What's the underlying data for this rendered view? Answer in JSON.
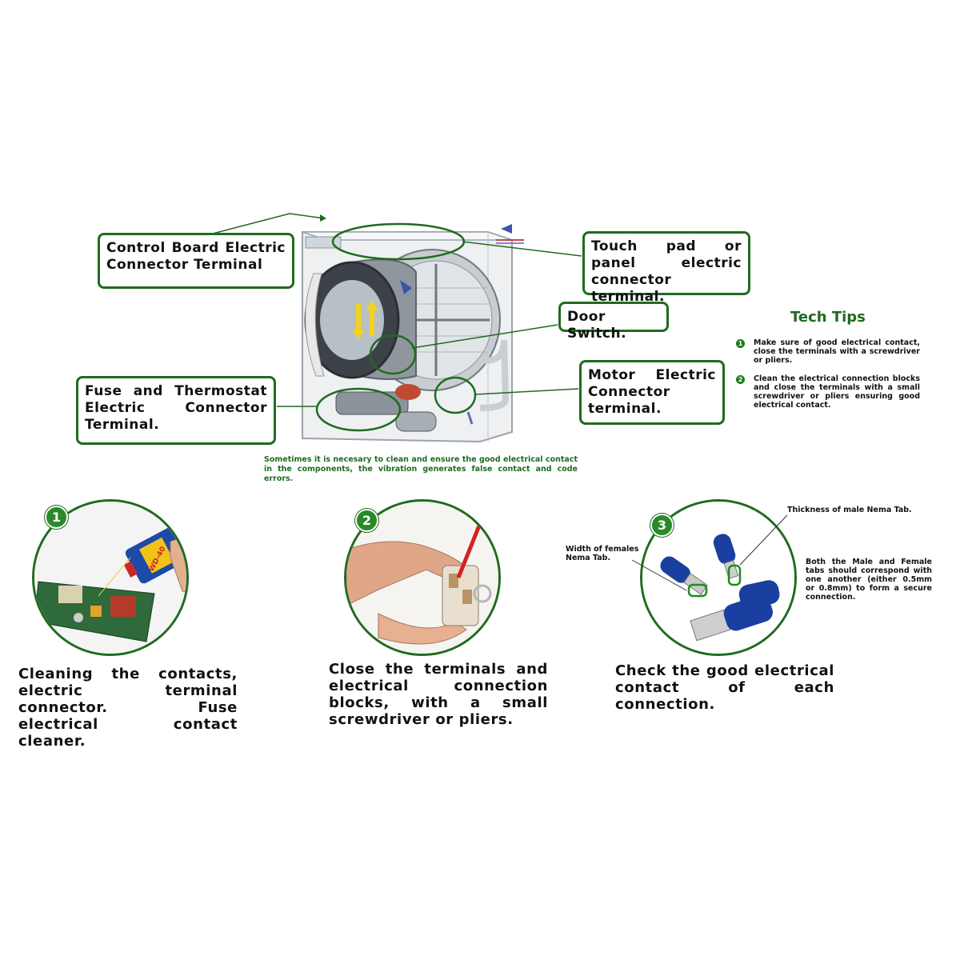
{
  "callouts": {
    "control_board": "Control Board Electric Connector Terminal",
    "touch_pad": "Touch pad or panel electric connector terminal.",
    "door_switch": "Door Switch.",
    "fuse_thermostat": "Fuse and Thermostat Electric Connector Terminal.",
    "motor": "Motor Electric Connector terminal."
  },
  "tech_tips": {
    "title": "Tech Tips",
    "items": [
      {
        "num": "1",
        "text": "Make sure of good electrical contact, close the terminals with a screwdriver or pliers."
      },
      {
        "num": "2",
        "text": "Clean the electrical connection blocks and close the terminals with a small screwdriver or pliers ensuring good electrical contact."
      }
    ]
  },
  "note": "Sometimes it is necesary to clean and ensure the good electrical contact in the components, the vibration generates false contact and code errors.",
  "steps": [
    {
      "num": "1",
      "caption": "Cleaning the contacts, electric terminal connector. Fuse electrical contact cleaner."
    },
    {
      "num": "2",
      "caption": "Close the terminals and electrical connection blocks, with a small screwdriver or pliers."
    },
    {
      "num": "3",
      "caption": "Check the good electrical contact of each connection."
    }
  ],
  "step3_labels": {
    "male_thickness": "Thickness of male Nema Tab.",
    "female_width": "Width of females Nema Tab.",
    "correspond": "Both the Male and Female tabs should correspond with one another (either 0.5mm or 0.8mm) to form a secure connection."
  },
  "product_label": "WD-40",
  "colors": {
    "accent_green": "#1f6b1f",
    "connector_blue": "#1a3fa0"
  }
}
